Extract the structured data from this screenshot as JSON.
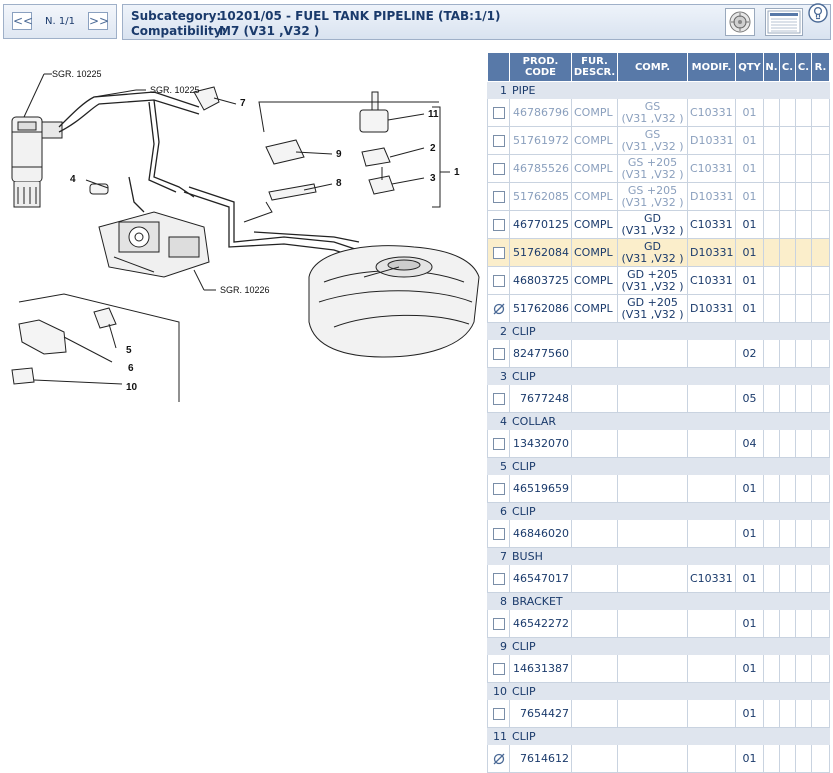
{
  "nav": {
    "prev_label": "<<",
    "next_label": ">>",
    "page_indicator": "N. 1/1"
  },
  "header": {
    "subcategory_label": "Subcategory:",
    "subcategory_value": "10201/05 - FUEL TANK PIPELINE (TAB:1/1)",
    "compat_label": "Compatibility:",
    "compat_value": "M7 (V31 ,V32 )"
  },
  "icons": {
    "wheel": "wheel-icon",
    "list": "list-icon",
    "bulb": "lightbulb-icon"
  },
  "diagram": {
    "labels": [
      "SGR. 10225",
      "SGR. 10225",
      "SGR. 10226",
      "1",
      "2",
      "3",
      "4",
      "5",
      "6",
      "7",
      "8",
      "9",
      "10",
      "11"
    ]
  },
  "table": {
    "headers": [
      "PROD. CODE",
      "FUR. DESCR.",
      "COMP.",
      "MODIF.",
      "QTY",
      "N.",
      "C.",
      "C.",
      "R."
    ],
    "groups": [
      {
        "index": "1",
        "name": "PIPE",
        "rows": [
          {
            "code": "46786796",
            "fur": "COMPL",
            "comp1": "GS",
            "comp2": "(V31 ,V32 )",
            "modif": "C10331",
            "qty": "01",
            "state": "dim",
            "check": "box"
          },
          {
            "code": "51761972",
            "fur": "COMPL",
            "comp1": "GS",
            "comp2": "(V31 ,V32 )",
            "modif": "D10331",
            "qty": "01",
            "state": "dim",
            "check": "box"
          },
          {
            "code": "46785526",
            "fur": "COMPL",
            "comp1": "GS +205",
            "comp2": "(V31 ,V32 )",
            "modif": "C10331",
            "qty": "01",
            "state": "dim",
            "check": "box"
          },
          {
            "code": "51762085",
            "fur": "COMPL",
            "comp1": "GS +205",
            "comp2": "(V31 ,V32 )",
            "modif": "D10331",
            "qty": "01",
            "state": "dim",
            "check": "box"
          },
          {
            "code": "46770125",
            "fur": "COMPL",
            "comp1": "GD",
            "comp2": "(V31 ,V32 )",
            "modif": "C10331",
            "qty": "01",
            "state": "normal",
            "check": "box"
          },
          {
            "code": "51762084",
            "fur": "COMPL",
            "comp1": "GD",
            "comp2": "(V31 ,V32 )",
            "modif": "D10331",
            "qty": "01",
            "state": "highlight",
            "check": "box"
          },
          {
            "code": "46803725",
            "fur": "COMPL",
            "comp1": "GD +205",
            "comp2": "(V31 ,V32 )",
            "modif": "C10331",
            "qty": "01",
            "state": "normal",
            "check": "box"
          },
          {
            "code": "51762086",
            "fur": "COMPL",
            "comp1": "GD +205",
            "comp2": "(V31 ,V32 )",
            "modif": "D10331",
            "qty": "01",
            "state": "normal",
            "check": "na"
          }
        ]
      },
      {
        "index": "2",
        "name": "CLIP",
        "rows": [
          {
            "code": "82477560",
            "fur": "",
            "comp1": "",
            "comp2": "",
            "modif": "",
            "qty": "02",
            "state": "normal",
            "check": "box"
          }
        ]
      },
      {
        "index": "3",
        "name": "CLIP",
        "rows": [
          {
            "code": "7677248",
            "fur": "",
            "comp1": "",
            "comp2": "",
            "modif": "",
            "qty": "05",
            "state": "normal",
            "check": "box"
          }
        ]
      },
      {
        "index": "4",
        "name": "COLLAR",
        "rows": [
          {
            "code": "13432070",
            "fur": "",
            "comp1": "",
            "comp2": "",
            "modif": "",
            "qty": "04",
            "state": "normal",
            "check": "box"
          }
        ]
      },
      {
        "index": "5",
        "name": "CLIP",
        "rows": [
          {
            "code": "46519659",
            "fur": "",
            "comp1": "",
            "comp2": "",
            "modif": "",
            "qty": "01",
            "state": "normal",
            "check": "box"
          }
        ]
      },
      {
        "index": "6",
        "name": "CLIP",
        "rows": [
          {
            "code": "46846020",
            "fur": "",
            "comp1": "",
            "comp2": "",
            "modif": "",
            "qty": "01",
            "state": "normal",
            "check": "box"
          }
        ]
      },
      {
        "index": "7",
        "name": "BUSH",
        "rows": [
          {
            "code": "46547017",
            "fur": "",
            "comp1": "",
            "comp2": "",
            "modif": "C10331",
            "qty": "01",
            "state": "normal",
            "check": "box"
          }
        ]
      },
      {
        "index": "8",
        "name": "BRACKET",
        "rows": [
          {
            "code": "46542272",
            "fur": "",
            "comp1": "",
            "comp2": "",
            "modif": "",
            "qty": "01",
            "state": "normal",
            "check": "box"
          }
        ]
      },
      {
        "index": "9",
        "name": "CLIP",
        "rows": [
          {
            "code": "14631387",
            "fur": "",
            "comp1": "",
            "comp2": "",
            "modif": "",
            "qty": "01",
            "state": "normal",
            "check": "box"
          }
        ]
      },
      {
        "index": "10",
        "name": "CLIP",
        "rows": [
          {
            "code": "7654427",
            "fur": "",
            "comp1": "",
            "comp2": "",
            "modif": "",
            "qty": "01",
            "state": "normal",
            "check": "box"
          }
        ]
      },
      {
        "index": "11",
        "name": "CLIP",
        "rows": [
          {
            "code": "7614612",
            "fur": "",
            "comp1": "",
            "comp2": "",
            "modif": "",
            "qty": "01",
            "state": "normal",
            "check": "na"
          }
        ]
      }
    ]
  }
}
